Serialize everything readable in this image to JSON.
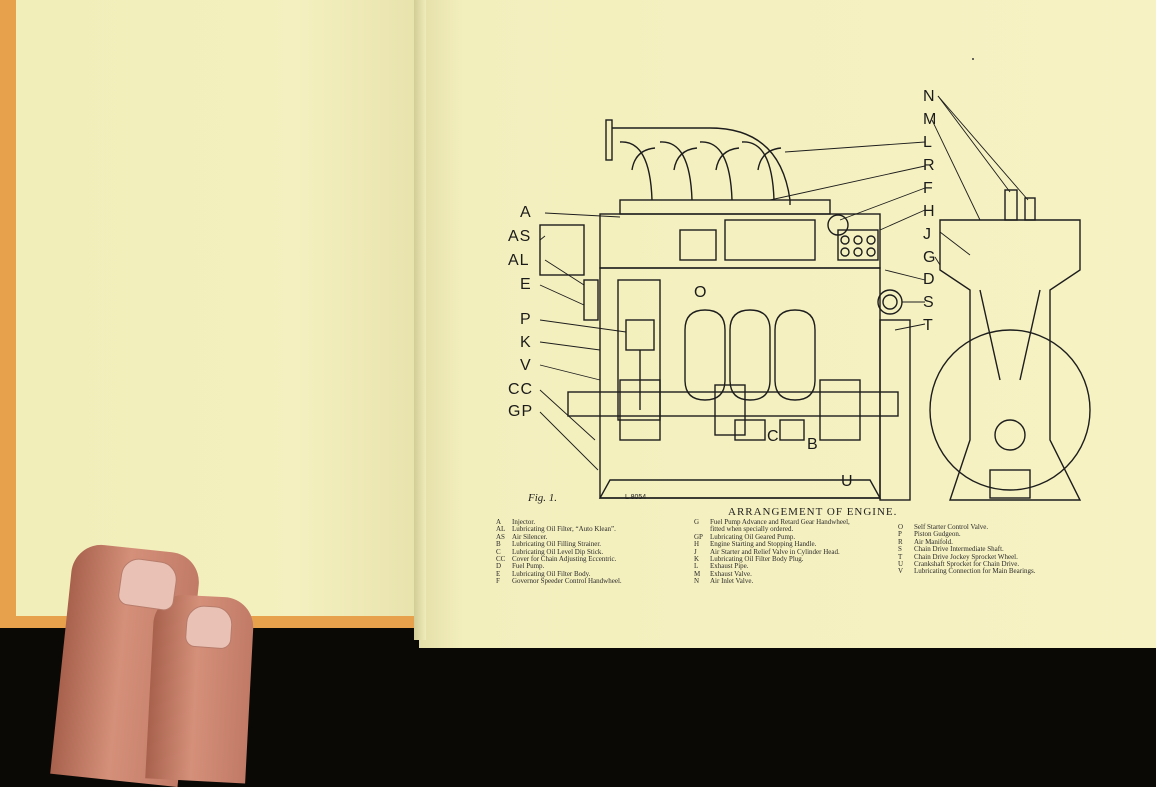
{
  "page": {
    "figure_caption": "Fig. 1.",
    "drawing_code": "L 8054",
    "title": "ARRANGEMENT OF ENGINE."
  },
  "callouts": {
    "left_column": [
      "A",
      "AS",
      "AL",
      "E",
      "P",
      "K",
      "V",
      "CC",
      "GP"
    ],
    "right_column": [
      "N",
      "M",
      "L",
      "R",
      "F",
      "H",
      "J",
      "G",
      "D",
      "S",
      "T"
    ],
    "inline": [
      "O",
      "C",
      "B",
      "U"
    ]
  },
  "legend": {
    "col1": [
      {
        "key": "A",
        "text": "Injector."
      },
      {
        "key": "AL",
        "text": "Lubricating Oil Filter, “Auto Klean”."
      },
      {
        "key": "AS",
        "text": "Air Silencer."
      },
      {
        "key": "B",
        "text": "Lubricating Oil Filling Strainer."
      },
      {
        "key": "C",
        "text": "Lubricating Oil Level Dip Stick."
      },
      {
        "key": "CC",
        "text": "Cover for Chain Adjusting Eccentric."
      },
      {
        "key": "D",
        "text": "Fuel Pump."
      },
      {
        "key": "E",
        "text": "Lubricating Oil Filter Body."
      },
      {
        "key": "F",
        "text": "Governor Speeder Control Handwheel."
      }
    ],
    "col2": [
      {
        "key": "G",
        "text": "Fuel Pump Advance and Retard Gear Handwheel,"
      },
      {
        "key": "",
        "text": "fitted when specially ordered."
      },
      {
        "key": "GP",
        "text": "Lubricating Oil Geared Pump."
      },
      {
        "key": "H",
        "text": "Engine Starting and Stopping Handle."
      },
      {
        "key": "J",
        "text": "Air Starter and Relief Valve in Cylinder Head."
      },
      {
        "key": "K",
        "text": "Lubricating Oil Filter Body Plug."
      },
      {
        "key": "L",
        "text": "Exhaust Pipe."
      },
      {
        "key": "M",
        "text": "Exhaust Valve."
      },
      {
        "key": "N",
        "text": "Air Inlet Valve."
      }
    ],
    "col3": [
      {
        "key": "O",
        "text": "Self Starter Control Valve."
      },
      {
        "key": "P",
        "text": "Piston Gudgeon."
      },
      {
        "key": "R",
        "text": "Air Manifold."
      },
      {
        "key": "S",
        "text": "Chain Drive Intermediate Shaft."
      },
      {
        "key": "T",
        "text": "Chain Drive Jockey Sprocket Wheel."
      },
      {
        "key": "U",
        "text": "Crankshaft Sprocket for Chain Drive."
      },
      {
        "key": "V",
        "text": "Lubricating Connection for Main Bearings."
      }
    ]
  }
}
